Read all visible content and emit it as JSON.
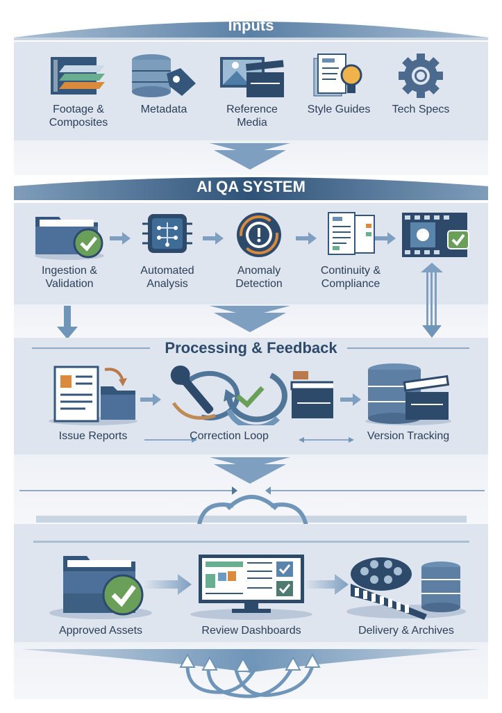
{
  "inputs": {
    "title": "Inputs",
    "items": [
      {
        "label": "Footage &\nComposites",
        "icon": "film-layers-icon"
      },
      {
        "label": "Metadata",
        "icon": "database-tag-icon"
      },
      {
        "label": "Reference\nMedia",
        "icon": "image-clapper-icon"
      },
      {
        "label": "Style Guides",
        "icon": "document-lightbulb-icon"
      },
      {
        "label": "Tech Specs",
        "icon": "gear-icon"
      }
    ]
  },
  "ai_qa": {
    "title": "AI QA SYSTEM",
    "items": [
      {
        "label": "Ingestion &\nValidation",
        "icon": "folder-check-icon"
      },
      {
        "label": "Automated\nAnalysis",
        "icon": "chip-icon"
      },
      {
        "label": "Anomaly\nDetection",
        "icon": "alert-target-icon"
      },
      {
        "label": "Continuity &\nCompliance",
        "icon": "documents-icon"
      },
      {
        "label": "",
        "icon": "film-check-icon"
      }
    ]
  },
  "processing": {
    "title": "Processing & Feedback",
    "items": [
      {
        "label": "Issue Reports",
        "icon": "report-folder-icon"
      },
      {
        "label": "Correction Loop",
        "icon": "wrench-loop-icon"
      },
      {
        "label": "Version Tracking",
        "icon": "database-clapper-icon"
      }
    ]
  },
  "output": {
    "items": [
      {
        "label": "Approved Assets",
        "icon": "folder-check-icon"
      },
      {
        "label": "Review Dashboards",
        "icon": "monitor-dashboard-icon"
      },
      {
        "label": "Delivery & Archives",
        "icon": "film-reel-database-icon"
      }
    ]
  },
  "colors": {
    "banner": "#4f7599",
    "banner_dark": "#3d5f82",
    "panel": "#dfe5ee",
    "text": "#2a3e58",
    "arrow": "#6f95b8",
    "green": "#6a9f5a",
    "orange": "#d98a3c"
  }
}
